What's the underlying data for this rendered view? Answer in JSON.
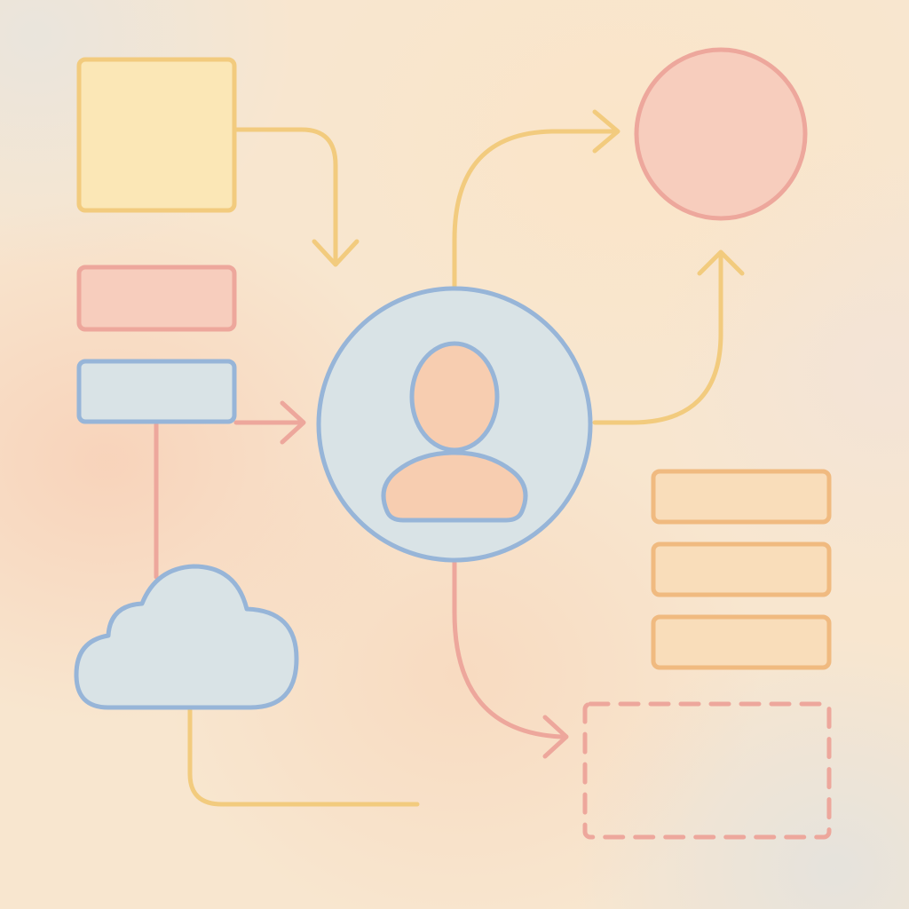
{
  "diagram": {
    "colors": {
      "yellow_stroke": "#F2CB7E",
      "yellow_fill": "#FBE7B6",
      "red_stroke": "#EDA79C",
      "red_fill": "#F7CDBD",
      "blue_stroke": "#97B5D8",
      "blue_fill": "#D9E3E6",
      "orange_stroke": "#F0BA80",
      "orange_fill": "#F9DDBA",
      "skin_fill": "#F7CDB0"
    },
    "nodes": [
      {
        "id": "square-node",
        "shape": "square",
        "color": "yellow"
      },
      {
        "id": "circle-node",
        "shape": "circle",
        "color": "red"
      },
      {
        "id": "red-bar-node",
        "shape": "rounded-rectangle",
        "color": "red"
      },
      {
        "id": "blue-bar-node",
        "shape": "rounded-rectangle",
        "color": "blue"
      },
      {
        "id": "user-node",
        "shape": "circle",
        "icon": "user-icon",
        "color": "blue"
      },
      {
        "id": "cloud-node",
        "shape": "cloud",
        "icon": "cloud-icon",
        "color": "blue"
      },
      {
        "id": "stacked-bars",
        "shape": "rounded-rectangle",
        "count": 3,
        "color": "orange"
      },
      {
        "id": "dashed-placeholder-node",
        "shape": "dashed-rectangle",
        "color": "red"
      }
    ],
    "connectors": [
      {
        "from": "square-node",
        "to": "user-node",
        "arrow": true,
        "color": "yellow"
      },
      {
        "from": "user-node",
        "to": "circle-node",
        "arrow": true,
        "color": "yellow"
      },
      {
        "from": "blue-bar-node",
        "to": "user-node",
        "arrow": true,
        "color": "red"
      },
      {
        "from": "user-node",
        "to": "circle-node",
        "arrow": true,
        "color": "yellow",
        "route": "right-side"
      },
      {
        "from": "user-node",
        "to": "dashed-placeholder-node",
        "arrow": true,
        "color": "red"
      },
      {
        "from": "blue-bar-node",
        "to": "cloud-node",
        "arrow": false,
        "color": "red"
      },
      {
        "from": "cloud-node",
        "to": "bottom-line-end",
        "arrow": false,
        "color": "yellow"
      }
    ]
  }
}
